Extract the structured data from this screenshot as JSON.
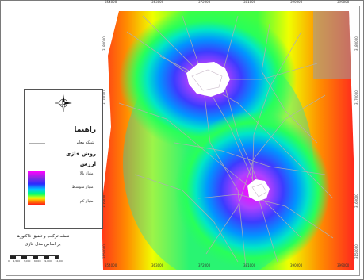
{
  "coords_top": [
    "354000",
    "363000",
    "372000",
    "381000",
    "390000",
    "399000"
  ],
  "coords_bottom": [
    "354000",
    "363000",
    "372000",
    "381000",
    "390000",
    "399000"
  ],
  "coords_left": [
    "3180000",
    "3170000",
    "3160000",
    "3150000"
  ],
  "coords_right": [
    "3180000",
    "3170000",
    "3160000",
    "3150000"
  ],
  "legend": {
    "title": "راهنما",
    "road_label": "شبکه معابر",
    "method_label": "روش فازی",
    "score_label": "ارزش",
    "high": "امتیاز بالا",
    "medium": "امتیاز متوسط",
    "low": "امتیاز کم"
  },
  "caption_line1": "نقشه ترکیب و تلفیق فاکتورها",
  "caption_line2": "بر اساس مدل فازی",
  "scale_labels": [
    "0",
    "1,500",
    "3,000",
    "6,000",
    "9,000",
    "12,000"
  ],
  "colors": {
    "high": "#ff00ff",
    "medium": "#2a2aff",
    "low": "#ff1a1a",
    "roads": "#b0b0b0"
  }
}
